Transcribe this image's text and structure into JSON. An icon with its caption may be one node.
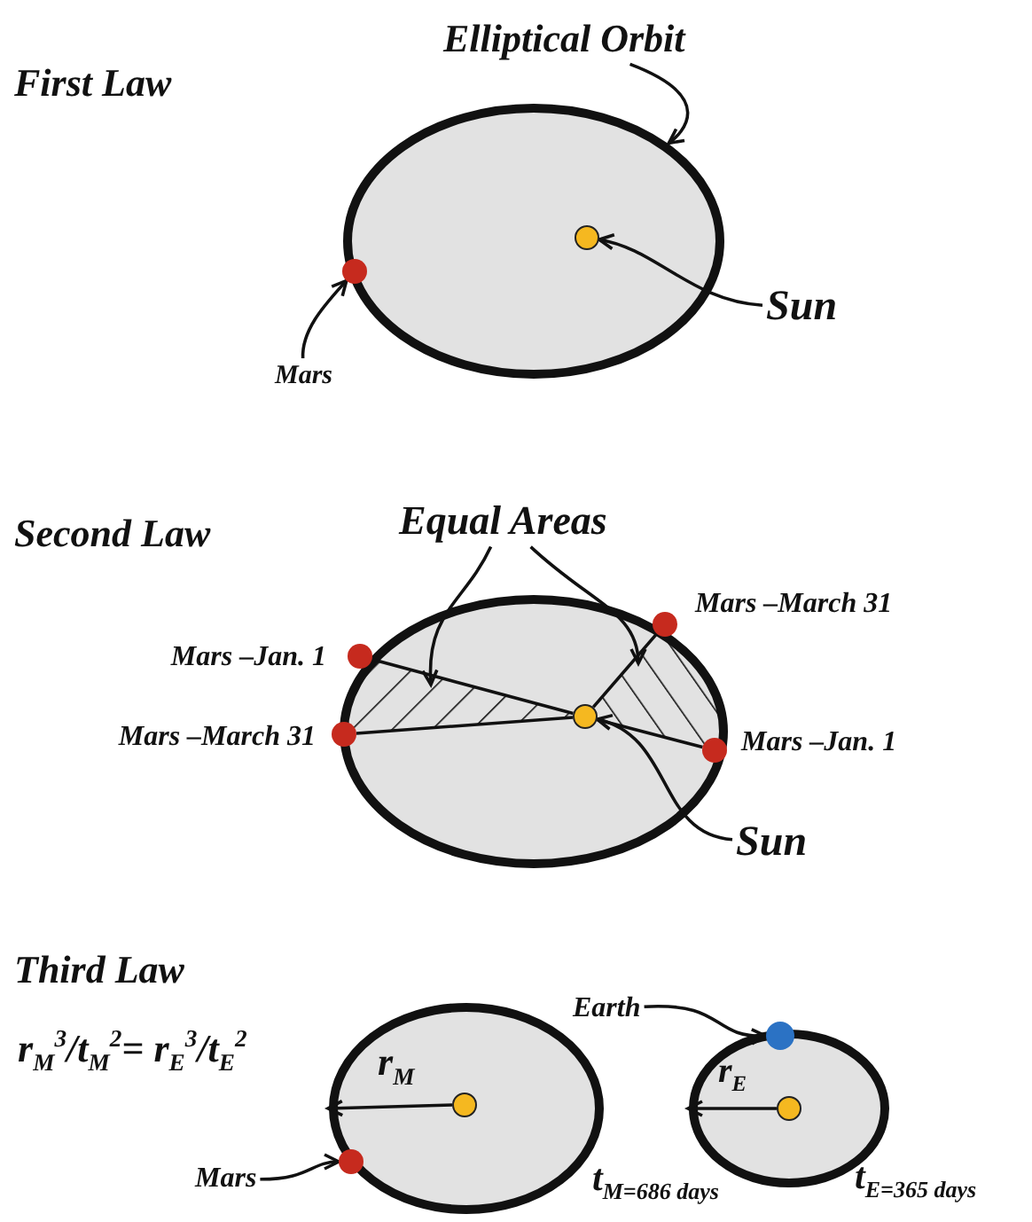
{
  "diagram": {
    "nodes": [
      {
        "text": [
          "Elliptical Orbit"
        ]
      },
      {
        "text": [],
        "shape": "ellipse"
      },
      {
        "text": [],
        "shape": "circle",
        "in": 1
      },
      {
        "text": [
          "Sun"
        ]
      },
      {
        "text": [],
        "shape": "circle"
      },
      {
        "text": [
          "Mars"
        ]
      },
      {
        "text": [
          "Equal Areas"
        ]
      },
      {
        "text": [],
        "shape": "ellipse"
      },
      {
        "text": [],
        "shape": "triangle",
        "in": 7
      },
      {
        "text": [],
        "shape": "triangle",
        "in": 7
      },
      {
        "text": [],
        "shape": "circle",
        "in": 7
      },
      {
        "text": [],
        "shape": "circle",
        "beside": [
          "Mars –March 31"
        ]
      },
      {
        "text": [],
        "shape": "circle",
        "beside": [
          "Mars –Jan. 1"
        ]
      },
      {
        "text": [],
        "shape": "circle",
        "beside": [
          "Mars –March 31"
        ]
      },
      {
        "text": [],
        "shape": "circle",
        "beside": [
          "Mars –Jan. 1"
        ]
      },
      {
        "text": [
          "Sun"
        ]
      },
      {
        "text": [
          "Earth"
        ]
      },
      {
        "text": [],
        "shape": "ellipse"
      },
      {
        "text": [],
        "shape": "circle",
        "in": 17
      },
      {
        "text": [],
        "shape": "circle"
      },
      {
        "text": [],
        "shape": "ellipse"
      },
      {
        "text": [],
        "shape": "circle",
        "in": 20
      },
      {
        "text": [],
        "shape": "circle"
      },
      {
        "text": [
          "Mars"
        ]
      }
    ],
    "edges": [
      {
        "from": 0,
        "to": 1,
        "arrow": "to"
      },
      {
        "from": 3,
        "to": 2,
        "arrow": "to"
      },
      {
        "from": 5,
        "to": 4,
        "arrow": "to"
      },
      {
        "from": 6,
        "to": 8,
        "arrow": "to"
      },
      {
        "from": 6,
        "to": 9,
        "arrow": "to"
      },
      {
        "from": 12,
        "to": 10,
        "arrow": "none"
      },
      {
        "from": 10,
        "to": 14,
        "arrow": "none"
      },
      {
        "from": 13,
        "to": 10,
        "arrow": "none"
      },
      {
        "from": 11,
        "to": 10,
        "arrow": "none"
      },
      {
        "from": 15,
        "to": 10,
        "arrow": "to"
      },
      {
        "from": 16,
        "to": 19,
        "arrow": "to"
      },
      {
        "from": 23,
        "to": 22,
        "arrow": "to"
      },
      {
        "from": 18,
        "to": 17,
        "arrow": "to"
      },
      {
        "from": 21,
        "to": 20,
        "arrow": "to"
      }
    ],
    "labels": [
      "First Law",
      "Second Law",
      "Third Law",
      "r$_{M}$$^{3}$/t$_{M}$$^{2}$= r$_{E}$$^{3}$/t$_{E}$$^{2}$",
      "r$_{M}$",
      "r$_{E}$",
      "t$_{M=686 days}$",
      "t$_{E=365 days}$"
    ]
  }
}
